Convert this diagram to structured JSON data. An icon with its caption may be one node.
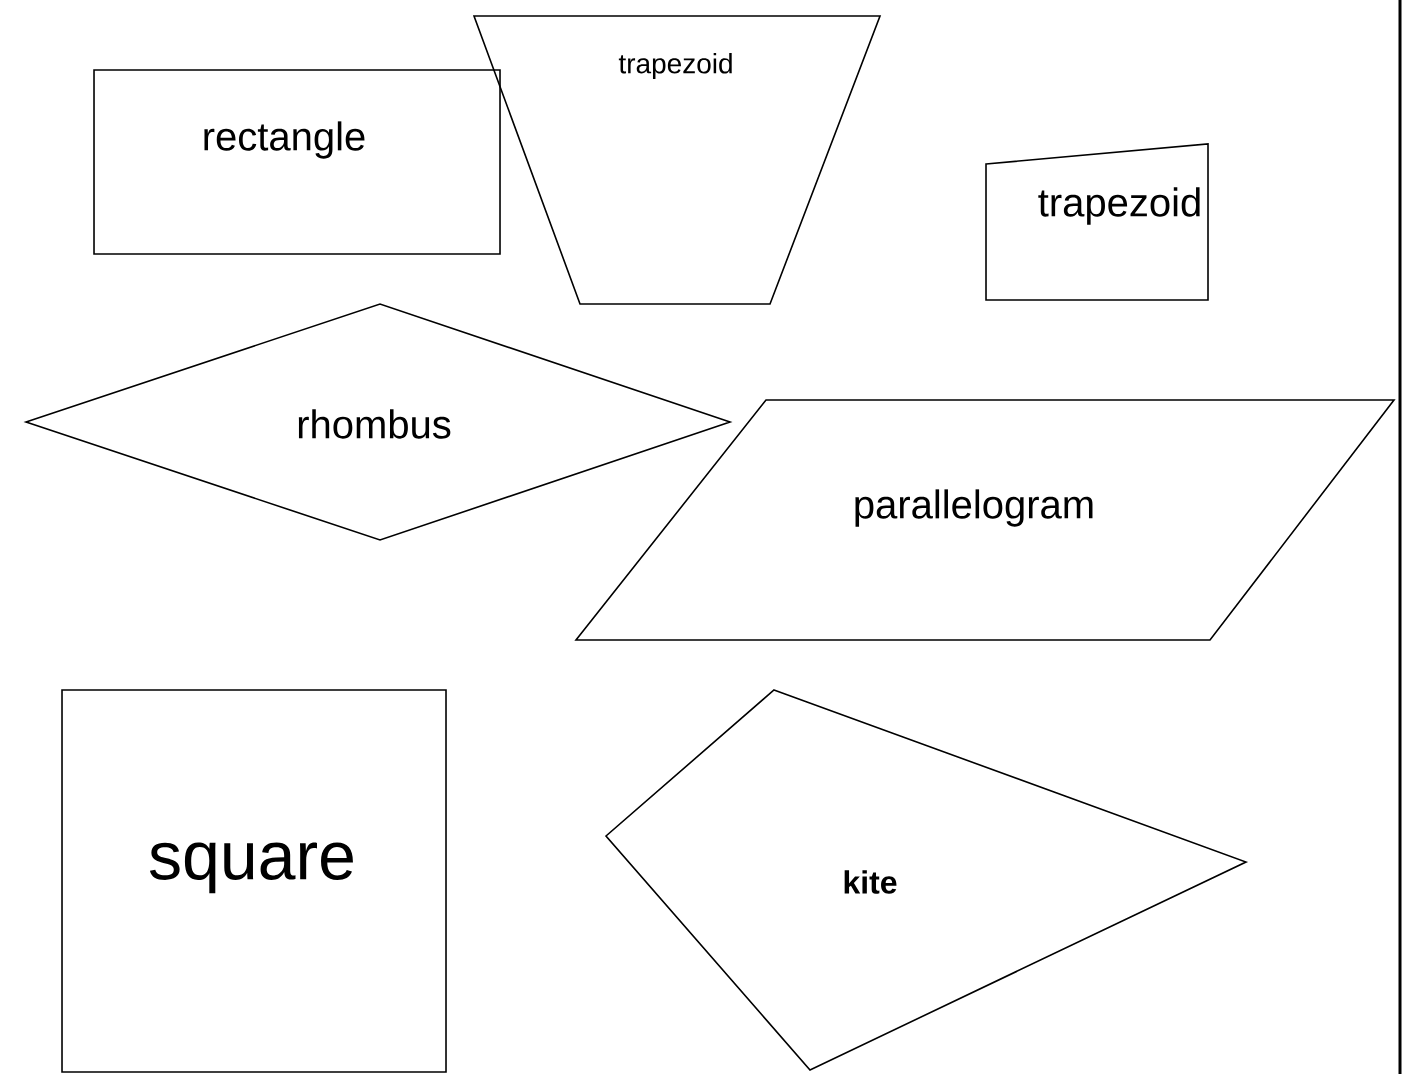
{
  "diagram": {
    "nodes": [
      {
        "text": [
          "rectangle"
        ]
      },
      {
        "text": [
          "trapezoid"
        ]
      },
      {
        "text": [
          "trapezoid"
        ]
      },
      {
        "text": [
          "rhombus"
        ]
      },
      {
        "text": [
          "parallelogram"
        ]
      },
      {
        "text": [
          "square"
        ]
      },
      {
        "text": [
          "kite"
        ]
      }
    ]
  }
}
